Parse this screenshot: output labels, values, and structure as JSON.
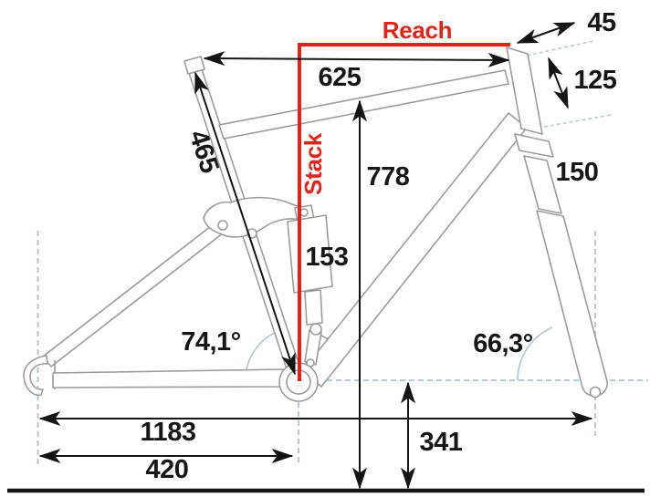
{
  "diagram": {
    "type": "bike-frame-geometry",
    "colors": {
      "accent_red": "#e2231a",
      "frame_gray": "#9b9b9b",
      "guide_dashed": "#a6c6cd",
      "angle_arc": "#a9c6d8",
      "ink": "#161616"
    },
    "labels": {
      "reach": "Reach",
      "stack": "Stack"
    },
    "dimensions": {
      "stem_length": "45",
      "head_tube_length": "125",
      "fork_segment": "150",
      "effective_top_tube": "625",
      "seat_tube_length": "465",
      "standover_height": "778",
      "shock_length": "153",
      "seat_tube_angle": "74,1°",
      "head_tube_angle": "66,3°",
      "wheelbase": "1183",
      "chainstay_length": "420",
      "bb_height": "341"
    }
  }
}
